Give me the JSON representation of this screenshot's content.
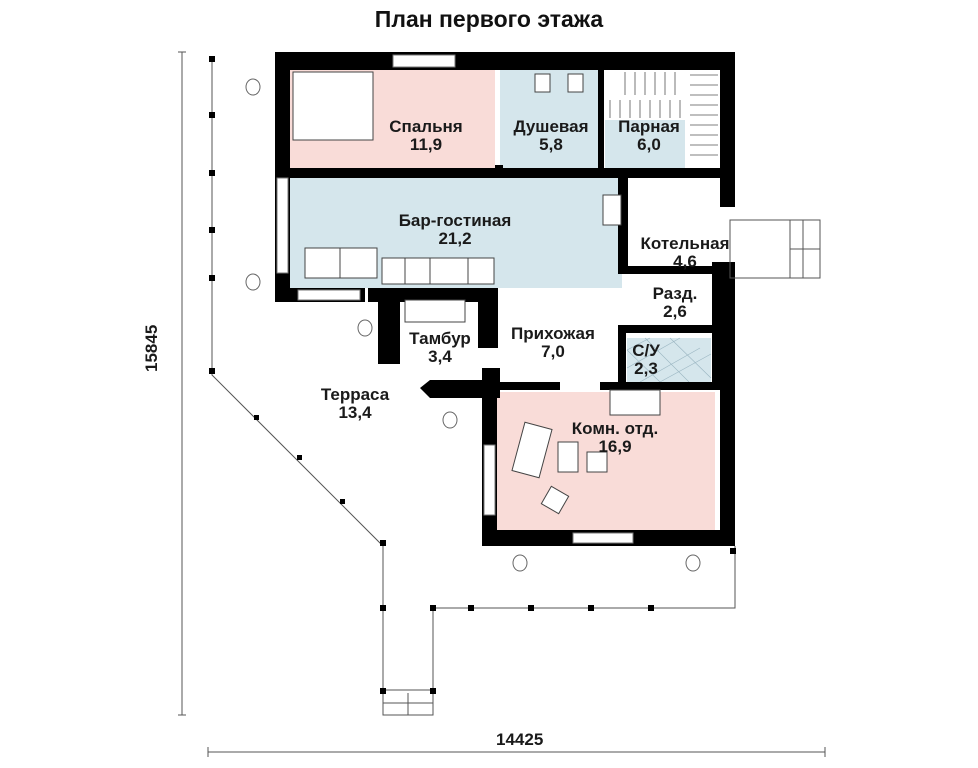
{
  "title": "План первого этажа",
  "colors": {
    "wall": "#000000",
    "bedroom_fill": "#f9dcd8",
    "wet_fill": "#d5e6ec",
    "living_fill": "#d5e6ec",
    "rest_fill": "#f9dcd8",
    "outline": "#555555",
    "background": "#ffffff"
  },
  "dimensions": {
    "width": "14425",
    "height": "15845"
  },
  "rooms": [
    {
      "id": "bedroom",
      "name": "Спальня",
      "area": "11,9"
    },
    {
      "id": "shower",
      "name": "Душевая",
      "area": "5,8"
    },
    {
      "id": "steam-room",
      "name": "Парная",
      "area": "6,0"
    },
    {
      "id": "bar-living",
      "name": "Бар-гостиная",
      "area": "21,2"
    },
    {
      "id": "boiler-room",
      "name": "Котельная",
      "area": "4,6"
    },
    {
      "id": "changing-room",
      "name": "Разд.",
      "area": "2,6"
    },
    {
      "id": "vestibule",
      "name": "Тамбур",
      "area": "3,4"
    },
    {
      "id": "hallway",
      "name": "Прихожая",
      "area": "7,0"
    },
    {
      "id": "wc",
      "name": "С/У",
      "area": "2,3"
    },
    {
      "id": "terrace",
      "name": "Терраса",
      "area": "13,4"
    },
    {
      "id": "rest-room",
      "name": "Комн. отд.",
      "area": "16,9"
    }
  ]
}
